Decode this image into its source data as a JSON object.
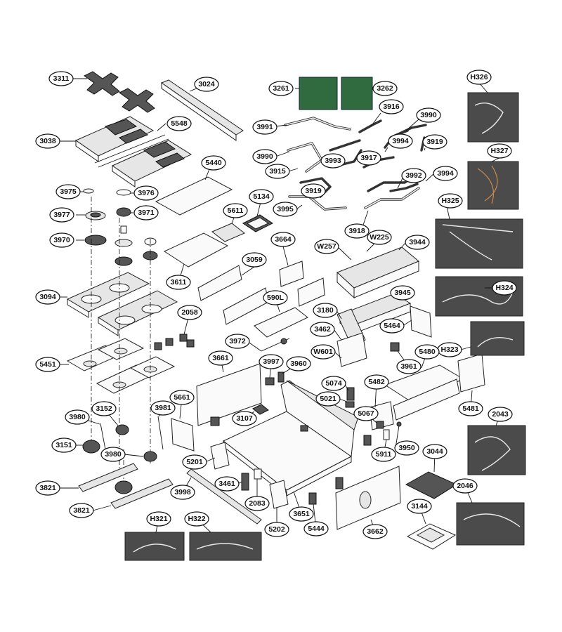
{
  "callouts": [
    {
      "id": "c3311",
      "label": "3311"
    },
    {
      "id": "c3024",
      "label": "3024"
    },
    {
      "id": "c3261",
      "label": "3261"
    },
    {
      "id": "c3262",
      "label": "3262"
    },
    {
      "id": "cH326",
      "label": "H326"
    },
    {
      "id": "c3916",
      "label": "3916"
    },
    {
      "id": "c3990a",
      "label": "3990"
    },
    {
      "id": "c3991",
      "label": "3991"
    },
    {
      "id": "c3038",
      "label": "3038"
    },
    {
      "id": "c5548",
      "label": "5548"
    },
    {
      "id": "c3990b",
      "label": "3990"
    },
    {
      "id": "c3994a",
      "label": "3994"
    },
    {
      "id": "c3919a",
      "label": "3919"
    },
    {
      "id": "cH327",
      "label": "H327"
    },
    {
      "id": "c3993",
      "label": "3993"
    },
    {
      "id": "c3917",
      "label": "3917"
    },
    {
      "id": "c3915",
      "label": "3915"
    },
    {
      "id": "c3992",
      "label": "3992"
    },
    {
      "id": "c3994b",
      "label": "3994"
    },
    {
      "id": "c5440",
      "label": "5440"
    },
    {
      "id": "c3975",
      "label": "3975"
    },
    {
      "id": "c3976",
      "label": "3976"
    },
    {
      "id": "c3919b",
      "label": "3919"
    },
    {
      "id": "c5134",
      "label": "5134"
    },
    {
      "id": "c3977",
      "label": "3977"
    },
    {
      "id": "c3971",
      "label": "3971"
    },
    {
      "id": "c3995",
      "label": "3995"
    },
    {
      "id": "cH325",
      "label": "H325"
    },
    {
      "id": "c5611",
      "label": "5611"
    },
    {
      "id": "c3918",
      "label": "3918"
    },
    {
      "id": "c3970",
      "label": "3970"
    },
    {
      "id": "cW225",
      "label": "W225"
    },
    {
      "id": "c3664",
      "label": "3664"
    },
    {
      "id": "cW257",
      "label": "W257"
    },
    {
      "id": "c3944",
      "label": "3944"
    },
    {
      "id": "c3059",
      "label": "3059"
    },
    {
      "id": "c3611",
      "label": "3611"
    },
    {
      "id": "cH324",
      "label": "H324"
    },
    {
      "id": "c3094",
      "label": "3094"
    },
    {
      "id": "c3945",
      "label": "3945"
    },
    {
      "id": "c590L",
      "label": "590L"
    },
    {
      "id": "c3180",
      "label": "3180"
    },
    {
      "id": "c2058",
      "label": "2058"
    },
    {
      "id": "c5464",
      "label": "5464"
    },
    {
      "id": "c3462",
      "label": "3462"
    },
    {
      "id": "c3972",
      "label": "3972"
    },
    {
      "id": "cH323",
      "label": "H323"
    },
    {
      "id": "cW601",
      "label": "W601"
    },
    {
      "id": "c5480",
      "label": "5480"
    },
    {
      "id": "c3661",
      "label": "3661"
    },
    {
      "id": "c3997",
      "label": "3997"
    },
    {
      "id": "c3960",
      "label": "3960"
    },
    {
      "id": "c3961",
      "label": "3961"
    },
    {
      "id": "c5451",
      "label": "5451"
    },
    {
      "id": "c5074",
      "label": "5074"
    },
    {
      "id": "c5482",
      "label": "5482"
    },
    {
      "id": "c5661",
      "label": "5661"
    },
    {
      "id": "c5021",
      "label": "5021"
    },
    {
      "id": "c5481",
      "label": "5481"
    },
    {
      "id": "c3152",
      "label": "3152"
    },
    {
      "id": "c3981",
      "label": "3981"
    },
    {
      "id": "c3107",
      "label": "3107"
    },
    {
      "id": "c5067",
      "label": "5067"
    },
    {
      "id": "c2043",
      "label": "2043"
    },
    {
      "id": "c3980a",
      "label": "3980"
    },
    {
      "id": "c3151",
      "label": "3151"
    },
    {
      "id": "c3980b",
      "label": "3980"
    },
    {
      "id": "c3950",
      "label": "3950"
    },
    {
      "id": "c3044",
      "label": "3044"
    },
    {
      "id": "c5911",
      "label": "5911"
    },
    {
      "id": "c5201",
      "label": "5201"
    },
    {
      "id": "c3821a",
      "label": "3821"
    },
    {
      "id": "c3461",
      "label": "3461"
    },
    {
      "id": "c3998",
      "label": "3998"
    },
    {
      "id": "c2083",
      "label": "2083"
    },
    {
      "id": "c3651",
      "label": "3651"
    },
    {
      "id": "c2046",
      "label": "2046"
    },
    {
      "id": "c3821b",
      "label": "3821"
    },
    {
      "id": "c3144",
      "label": "3144"
    },
    {
      "id": "cH321",
      "label": "H321"
    },
    {
      "id": "cH322",
      "label": "H322"
    },
    {
      "id": "c5202",
      "label": "5202"
    },
    {
      "id": "c5444",
      "label": "5444"
    },
    {
      "id": "c3662",
      "label": "3662"
    }
  ]
}
